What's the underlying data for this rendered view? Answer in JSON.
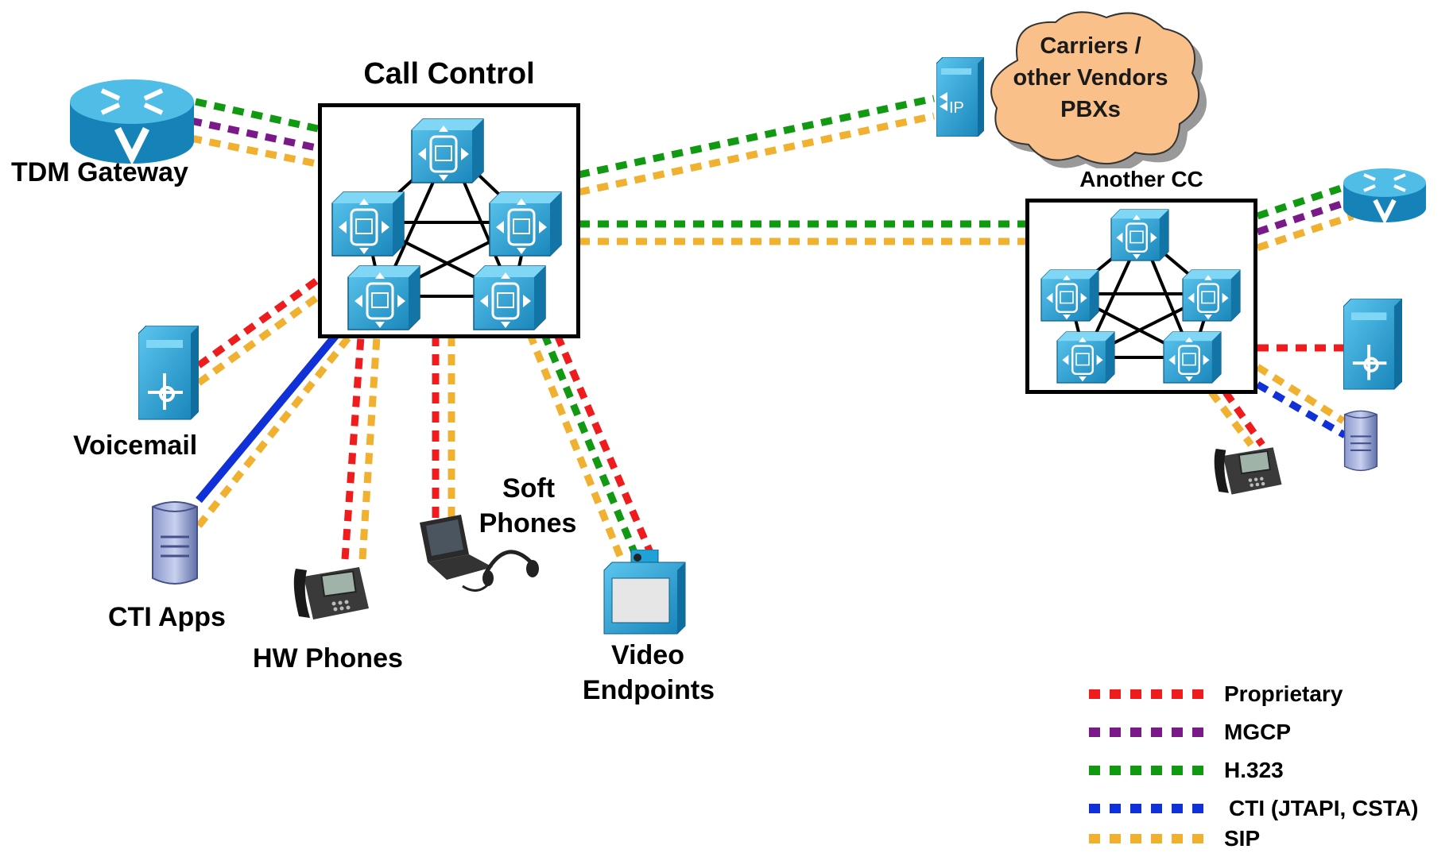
{
  "labels": {
    "call_control": "Call Control",
    "another_cc": "Another CC",
    "tdm_gateway": "TDM Gateway",
    "voicemail": "Voicemail",
    "cti_apps": "CTI Apps",
    "hw_phones": "HW Phones",
    "soft_phones_line1": "Soft",
    "soft_phones_line2": "Phones",
    "video_line1": "Video",
    "video_line2": "Endpoints",
    "cloud_line1": "Carriers /",
    "cloud_line2": "other Vendors",
    "cloud_line3": "PBXs",
    "sip_badge": "IP"
  },
  "legend": [
    {
      "label": "Proprietary",
      "color": "#ee1c1c"
    },
    {
      "label": "MGCP",
      "color": "#7a1a88"
    },
    {
      "label": "H.323",
      "color": "#119911"
    },
    {
      "label": "CTI (JTAPI, CSTA)",
      "color": "#1030d8"
    },
    {
      "label": "SIP",
      "color": "#f0b030"
    }
  ],
  "colors": {
    "proprietary": "#ee1c1c",
    "mgcp": "#7a1a88",
    "h323": "#119911",
    "cti": "#1030d8",
    "sip": "#f0b030",
    "device_blue": "#1fa3d6",
    "cloud_fill": "#f9c089"
  },
  "icons": [
    "router-icon",
    "call-manager-icon",
    "voicemail-server-icon",
    "cti-server-icon",
    "ip-phone-icon",
    "laptop-icon",
    "headset-icon",
    "video-endpoint-icon",
    "sip-proxy-icon",
    "cloud-icon"
  ]
}
